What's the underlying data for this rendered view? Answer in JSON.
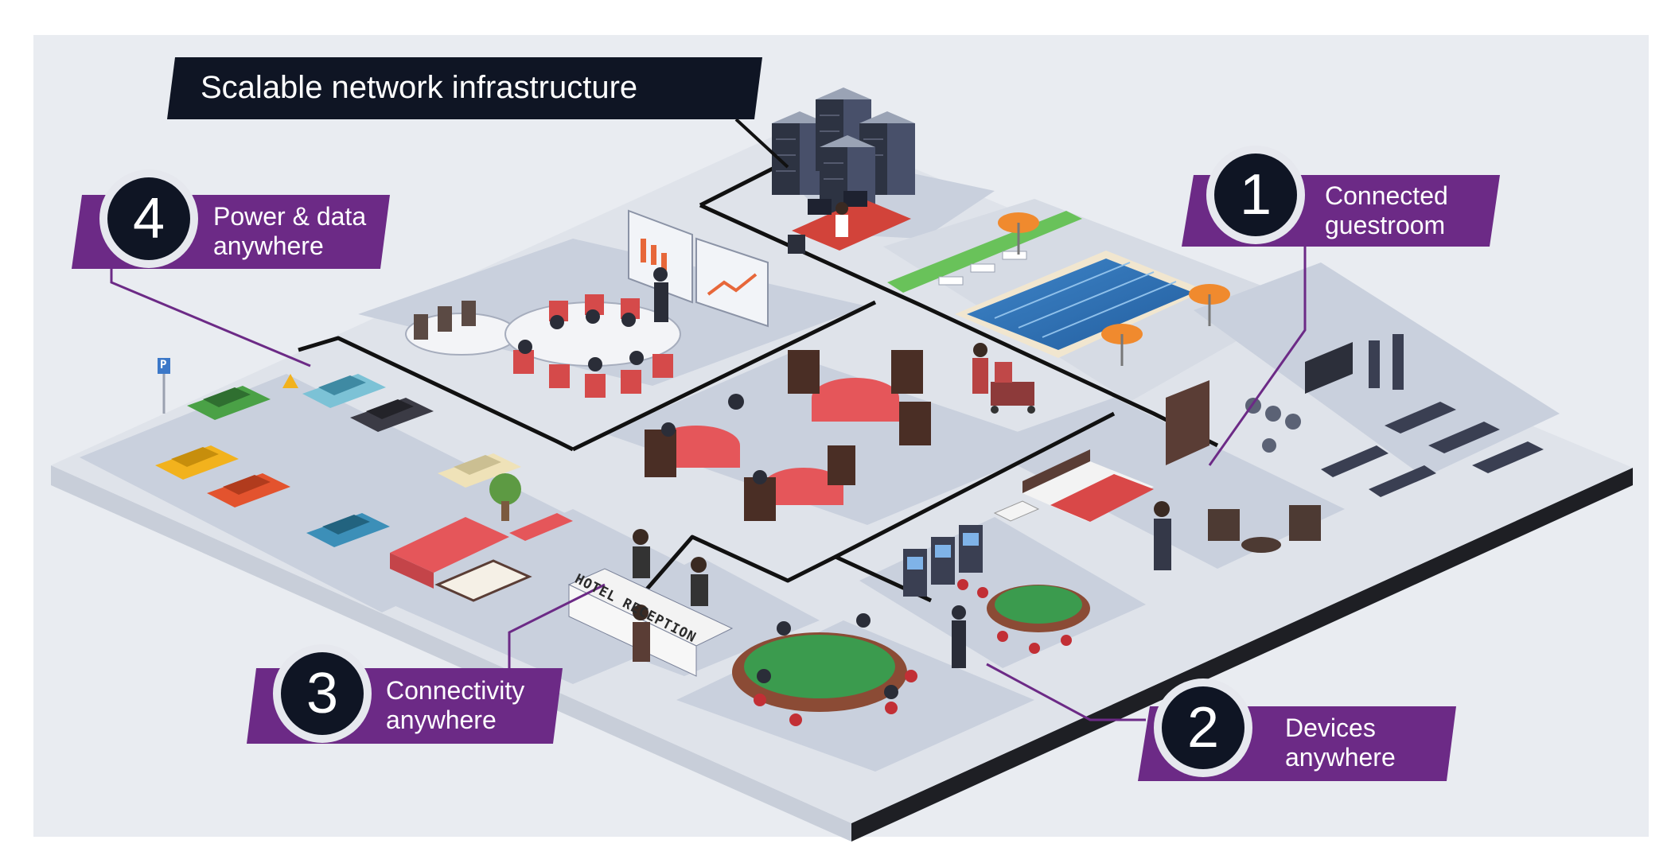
{
  "banner": {
    "title": "Scalable network infrastructure"
  },
  "callouts": [
    {
      "number": "1",
      "text": "Connected\nguestroom"
    },
    {
      "number": "2",
      "text": "Devices\nanywhere"
    },
    {
      "number": "3",
      "text": "Connectivity\nanywhere"
    },
    {
      "number": "4",
      "text": "Power & data\nanywhere"
    }
  ],
  "signs": {
    "reception": "HOTEL RECEPTION",
    "parking": "P"
  },
  "colors": {
    "background": "#e9ecf1",
    "floor": "#dfe3ea",
    "room": "#c9d0dd",
    "platform_edge": "#1e1f24",
    "network_line": "#111111",
    "callout_purple": "#6c2a86",
    "badge_fill": "#0f1524",
    "badge_ring": "#e6e8ee",
    "pool": "#2f6fb3",
    "furniture_red": "#e5484d",
    "chair_brown": "#4a2e25",
    "table_green": "#3b9b4e"
  }
}
